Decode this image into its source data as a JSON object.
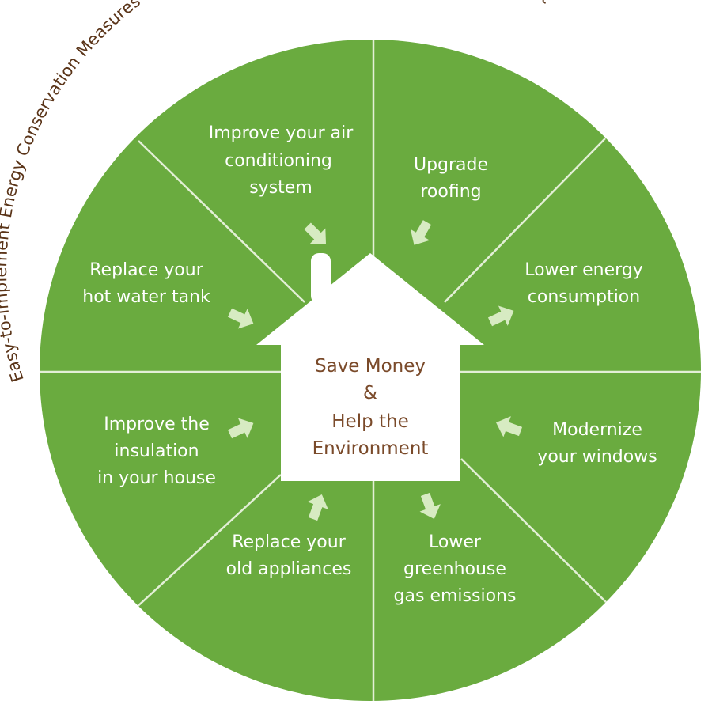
{
  "arc_title": "Easy-to-Implement Energy Conservation Measures > Tax Credit > Save Money > Cleaner Environment",
  "center": {
    "lines": [
      "Save Money",
      "&",
      "Help the",
      "Environment"
    ]
  },
  "segments": [
    {
      "id": "air-conditioning",
      "lines": [
        "Improve your air",
        "conditioning",
        "system"
      ]
    },
    {
      "id": "roofing",
      "lines": [
        "Upgrade",
        "roofing"
      ]
    },
    {
      "id": "energy-consumption",
      "lines": [
        "Lower energy",
        "consumption"
      ]
    },
    {
      "id": "windows",
      "lines": [
        "Modernize",
        "your windows"
      ]
    },
    {
      "id": "greenhouse",
      "lines": [
        "Lower",
        "greenhouse",
        "gas emissions"
      ]
    },
    {
      "id": "appliances",
      "lines": [
        "Replace your",
        "old appliances"
      ]
    },
    {
      "id": "insulation",
      "lines": [
        "Improve the",
        "insulation",
        "in your house"
      ]
    },
    {
      "id": "hot-water",
      "lines": [
        "Replace your",
        "hot water tank"
      ]
    }
  ],
  "colors": {
    "wheel": "#6aab3f",
    "divider": "#e3efd6",
    "segment_text": "#ffffff",
    "house": "#ffffff",
    "house_text": "#7a4a2a",
    "arc_text": "#5a3418",
    "arrow": "#d7ebc2"
  }
}
